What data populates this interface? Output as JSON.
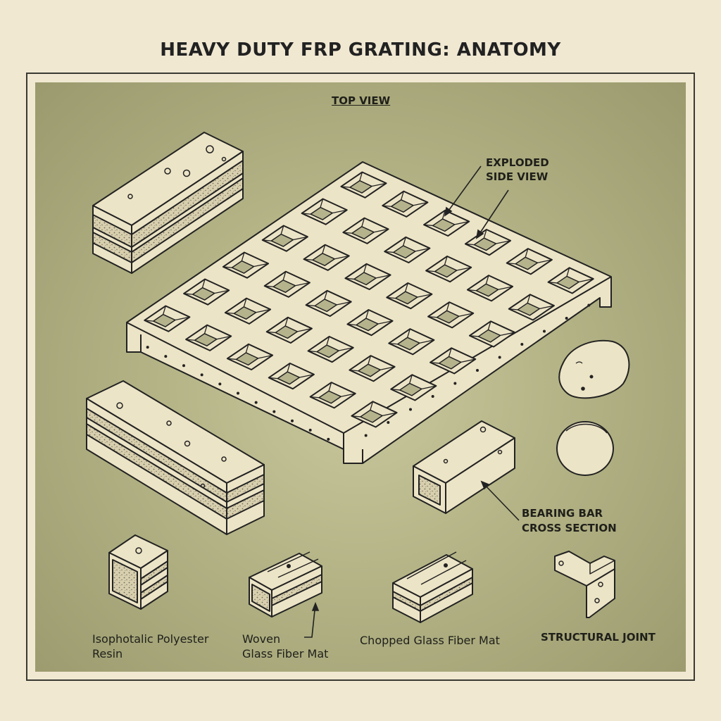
{
  "title": "HEAVY DUTY FRP GRATING: ANATOMY",
  "labels": {
    "top_view": "TOP VIEW",
    "exploded_l1": "EXPLODED",
    "exploded_l2": "SIDE VIEW",
    "bearing_l1": "BEARING BAR",
    "bearing_l2": "CROSS SECTION",
    "resin_l1": "Isophotalic Polyester",
    "resin_l2": "Resin",
    "woven_l1": "Woven",
    "woven_l2": "Glass Fiber Mat",
    "chopped": "Chopped Glass Fiber Mat",
    "joint": "STRUCTURAL JOINT"
  },
  "colors": {
    "paper": "#f1e8d2",
    "panel": "#b3b386",
    "material": "#ece4c6",
    "ink": "#222222",
    "speckle": "#8a8470"
  }
}
